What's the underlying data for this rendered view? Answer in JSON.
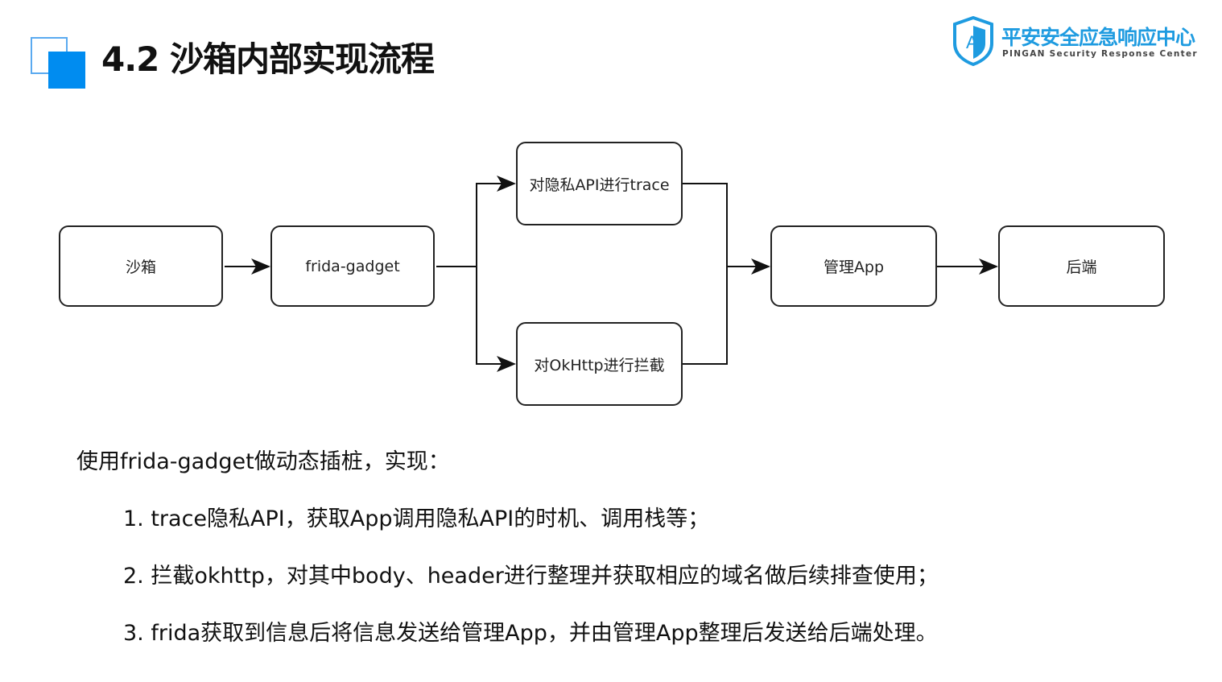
{
  "header": {
    "title": "4.2 沙箱内部实现流程",
    "logo_cn": "平安安全应急响应中心",
    "logo_en": "PINGAN Security Response Center",
    "accent": "#008cf0"
  },
  "diagram": {
    "nodes": {
      "sandbox": "沙箱",
      "gadget": "frida-gadget",
      "trace": "对隐私API进行trace",
      "okhttp": "对OkHttp进行拦截",
      "manager": "管理App",
      "backend": "后端"
    }
  },
  "body": {
    "intro": "使用frida-gadget做动态插桩，实现：",
    "items": [
      "1. trace隐私API，获取App调用隐私API的时机、调用栈等；",
      "2. 拦截okhttp，对其中body、header进行整理并获取相应的域名做后续排查使用；",
      "3. frida获取到信息后将信息发送给管理App，并由管理App整理后发送给后端处理。"
    ]
  }
}
